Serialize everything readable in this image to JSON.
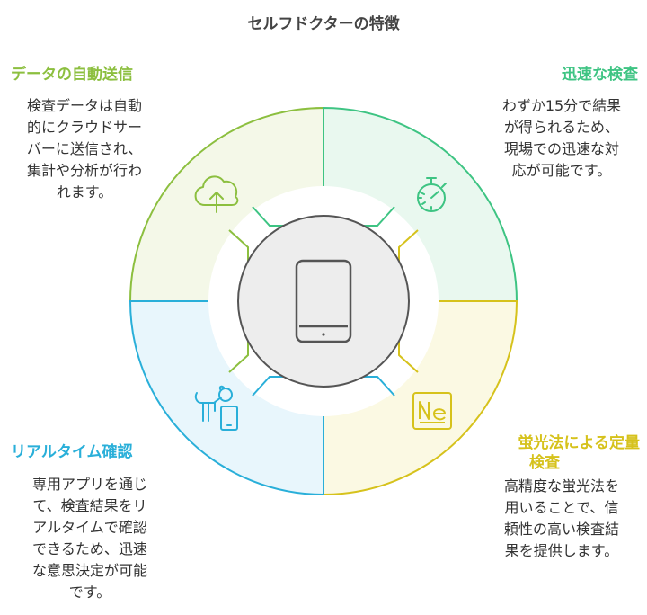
{
  "title": "セルフドクターの特徴",
  "quadrants": {
    "data_send": {
      "heading": "データの自動送信",
      "lines": [
        "検査データは自動",
        "的にクラウドサー",
        "バーに送信され、",
        "集計や分析が行わ",
        "れます。"
      ],
      "color": "#8cbf3f",
      "fill": "#f4f8e8",
      "icon": "cloud-upload-icon"
    },
    "fast_test": {
      "heading": "迅速な検査",
      "lines": [
        "わずか15分で結果",
        "が得られるため、",
        "現場での迅速な対",
        "応が可能です。"
      ],
      "color": "#3ec483",
      "fill": "#e9f8ef",
      "icon": "stopwatch-icon"
    },
    "realtime": {
      "heading": "リアルタイム確認",
      "lines": [
        "専用アプリを通じ",
        "て、検査結果をリ",
        "アルタイムで確認",
        "できるため、迅速",
        "な意思決定が可能",
        "です。"
      ],
      "color": "#29afd9",
      "fill": "#e8f6fc",
      "icon": "dog-phone-icon"
    },
    "fluorescence": {
      "heading_line1": "蛍光法による定量",
      "heading_line2": "検査",
      "lines": [
        "高精度な蛍光法を",
        "用いることで、信",
        "頼性の高い検査結",
        "果を提供します。"
      ],
      "color": "#d6c21c",
      "fill": "#fbf9e3",
      "icon": "neon-sign-icon"
    }
  },
  "center": {
    "icon": "tablet-icon"
  }
}
